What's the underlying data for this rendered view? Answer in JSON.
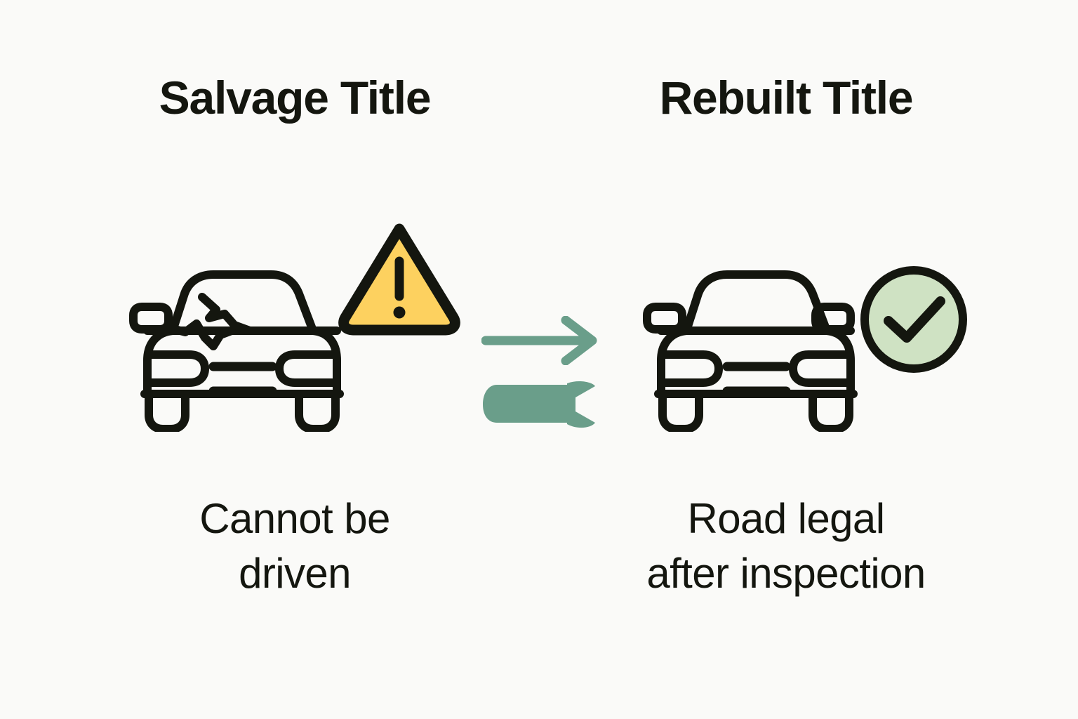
{
  "page": {
    "background_color": "#FAFAF8",
    "text_color": "#14160F",
    "topic": "Salvage Title vs Rebuilt Title"
  },
  "palette": {
    "ink": "#14160F",
    "warning_yellow": "#FDD15F",
    "accent_green": "#6A9E8A",
    "success_green_fill": "#CFE2C3",
    "background": "#FAFAF8"
  },
  "columns": {
    "left": {
      "title": "Salvage Title",
      "caption_lines": [
        "Cannot be",
        "driven"
      ],
      "car_state": "damaged",
      "badge": "warning-triangle",
      "badge_symbol": "!"
    },
    "right": {
      "title": "Rebuilt Title",
      "caption_lines": [
        "Road legal",
        "after inspection"
      ],
      "car_state": "repaired",
      "badge": "check-circle",
      "badge_symbol": "✓"
    }
  },
  "transition": {
    "arrow_direction": "right",
    "arrow_color": "#6A9E8A",
    "tool_icon": "wrench",
    "tool_color": "#6A9E8A"
  },
  "icons": {
    "salvage_car": "damaged-car-front-icon",
    "rebuilt_car": "car-front-icon",
    "warning": "warning-triangle-icon",
    "success": "check-circle-icon",
    "arrow": "arrow-right-icon",
    "wrench": "wrench-icon"
  }
}
